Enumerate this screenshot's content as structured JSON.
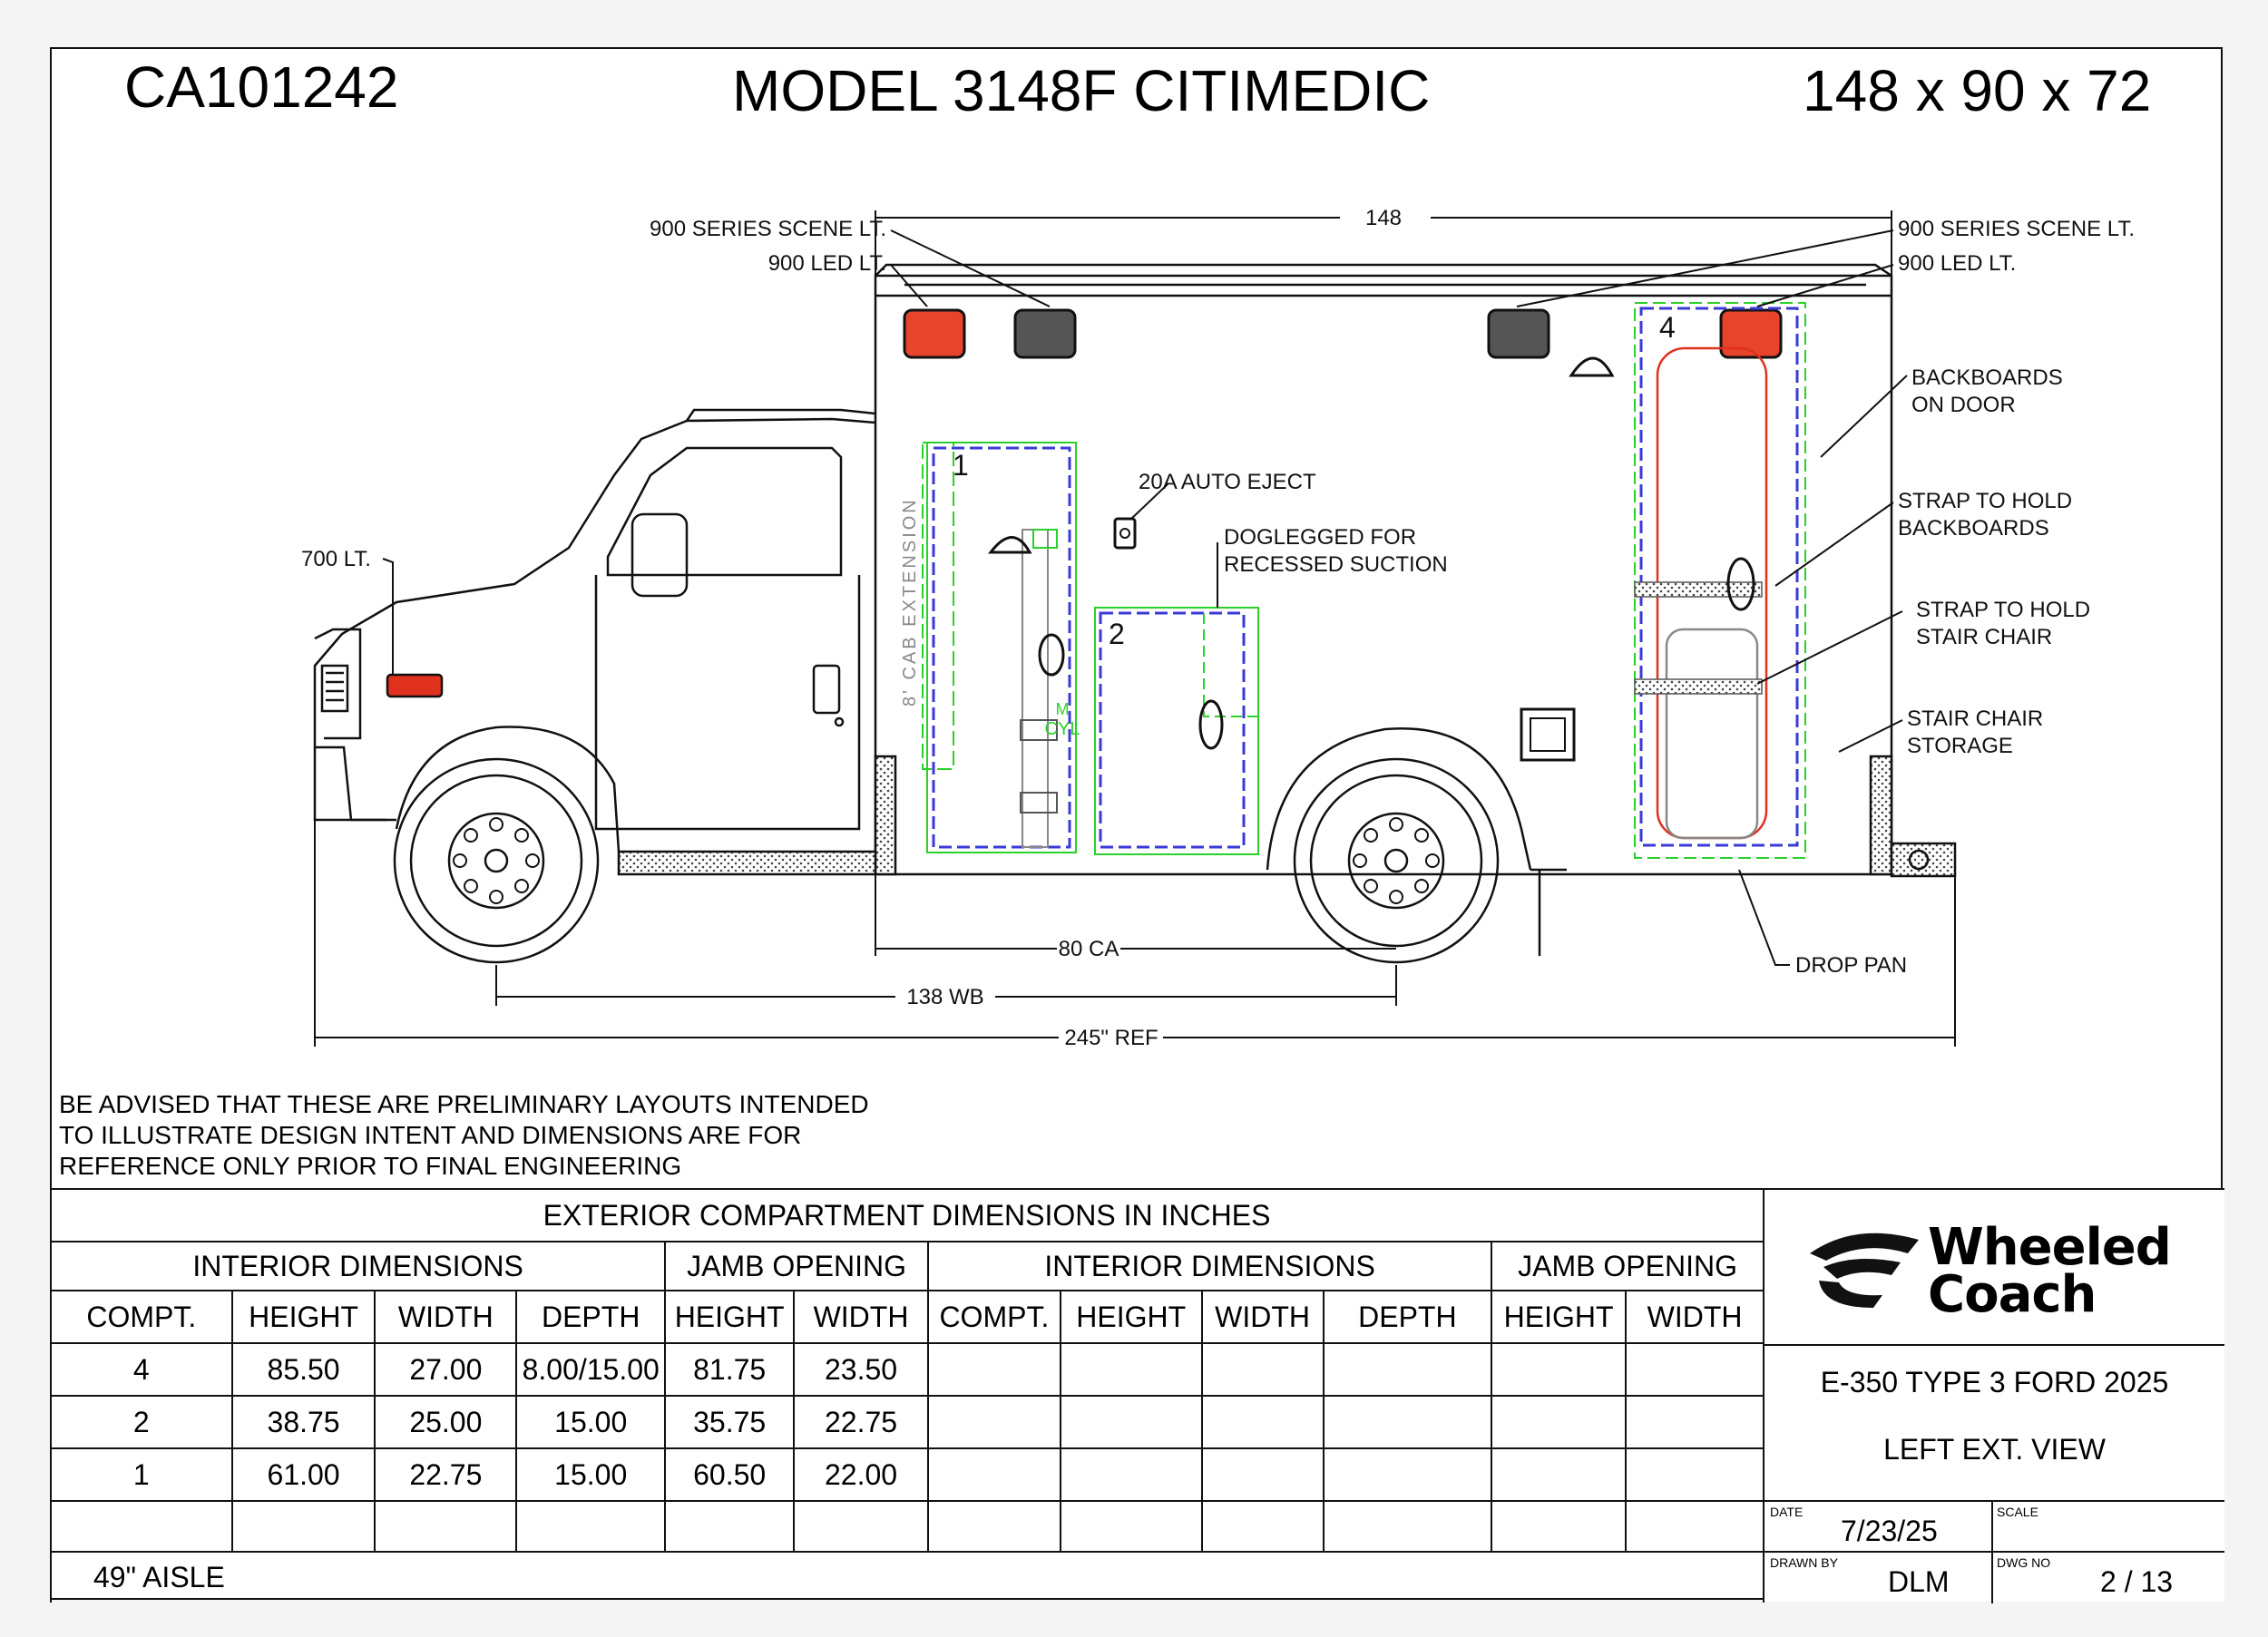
{
  "header": {
    "drawing_id": "CA101242",
    "model": "MODEL 3148F CITIMEDIC",
    "dims": "148 x 90 x 72"
  },
  "callouts": {
    "scene_left": "900 SERIES SCENE LT.",
    "led_left": "900 LED LT.",
    "scene_right": "900 SERIES SCENE LT.",
    "led_right": "900 LED LT.",
    "length_148": "148",
    "backboards_1": "BACKBOARDS",
    "backboards_2": "ON DOOR",
    "auto_eject": "20A AUTO EJECT",
    "doglegged_1": "DOGLEGGED FOR",
    "doglegged_2": "RECESSED SUCTION",
    "strap_bb_1": "STRAP TO HOLD",
    "strap_bb_2": "BACKBOARDS",
    "strap_sc_1": "STRAP TO HOLD",
    "strap_sc_2": "STAIR CHAIR",
    "stair_1": "STAIR CHAIR",
    "stair_2": "STORAGE",
    "light_700": "700 LT.",
    "cab_extension": "8' CAB EXTENSION",
    "cyl": "CYL",
    "cyl_m": "M",
    "drop_pan": "DROP PAN",
    "ca_80": "80 CA",
    "wb_138": "138 WB",
    "ref_245": "245\" REF",
    "compt_1": "1",
    "compt_2": "2",
    "compt_4": "4"
  },
  "notes": [
    "BE ADVISED THAT THESE ARE PRELIMINARY LAYOUTS INTENDED",
    "TO ILLUSTRATE DESIGN INTENT AND DIMENSIONS  ARE FOR",
    "REFERENCE ONLY PRIOR TO FINAL ENGINEERING"
  ],
  "table": {
    "title": "EXTERIOR COMPARTMENT DIMENSIONS IN INCHES",
    "group_interior": "INTERIOR DIMENSIONS",
    "group_jamb": "JAMB OPENING",
    "cols": [
      "COMPT.",
      "HEIGHT",
      "WIDTH",
      "DEPTH",
      "HEIGHT",
      "WIDTH",
      "COMPT.",
      "HEIGHT",
      "WIDTH",
      "DEPTH",
      "HEIGHT",
      "WIDTH"
    ],
    "rows": [
      [
        "4",
        "85.50",
        "27.00",
        "8.00/15.00",
        "81.75",
        "23.50"
      ],
      [
        "2",
        "38.75",
        "25.00",
        "15.00",
        "35.75",
        "22.75"
      ],
      [
        "1",
        "61.00",
        "22.75",
        "15.00",
        "60.50",
        "22.00"
      ],
      [
        "",
        "",
        "",
        "",
        "",
        ""
      ]
    ],
    "aisle": "49\" AISLE"
  },
  "title_block": {
    "logo_line1": "Wheeled",
    "logo_line2": "Coach",
    "vehicle": "E-350 TYPE 3 FORD 2025",
    "view": "LEFT EXT. VIEW",
    "date_label": "DATE",
    "date": "7/23/25",
    "scale_label": "SCALE",
    "drawn_label": "DRAWN BY",
    "drawn": "DLM",
    "dwg_label": "DWG NO",
    "dwg": "2 / 13"
  },
  "colors": {
    "line": "#111111",
    "green": "#2bd12b",
    "blue": "#3a3ad6",
    "red": "#e0301e",
    "light_red": "#e8442c"
  }
}
